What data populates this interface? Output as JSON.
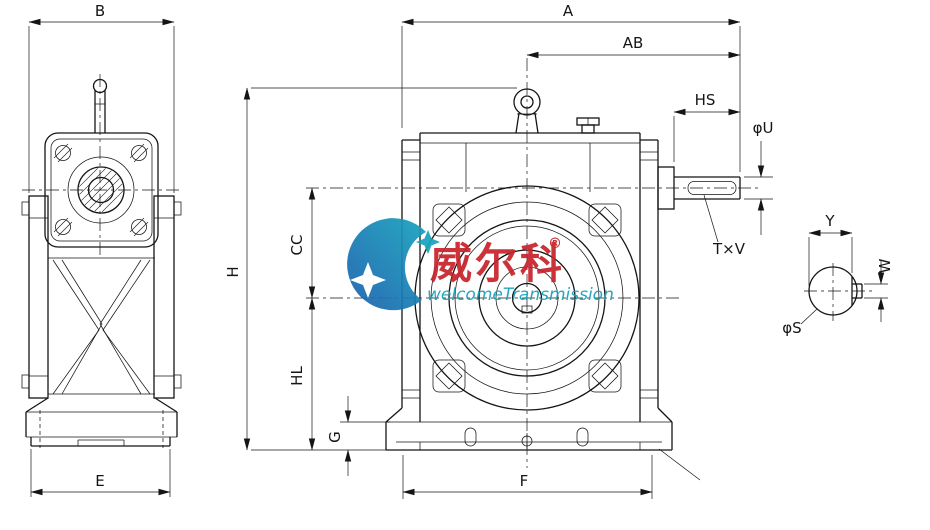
{
  "drawing": {
    "labels": {
      "b": "B",
      "a": "A",
      "ab": "AB",
      "hs": "HS",
      "phi_u": "φU",
      "h": "H",
      "cc": "CC",
      "hl": "HL",
      "g": "G",
      "e": "E",
      "f": "F",
      "t_x_v": "T×V",
      "y": "Y",
      "w": "W",
      "phi_s": "φS"
    }
  },
  "watermark": {
    "brand": "威尔科",
    "registered_mark": "®",
    "subtitle": "welcomeTransmission"
  },
  "colors": {
    "line": "#151515",
    "background": "#ffffff",
    "brand_red": "#c8232c",
    "brand_teal": "#18a0ba",
    "brand_blue": "#1a5fae"
  }
}
